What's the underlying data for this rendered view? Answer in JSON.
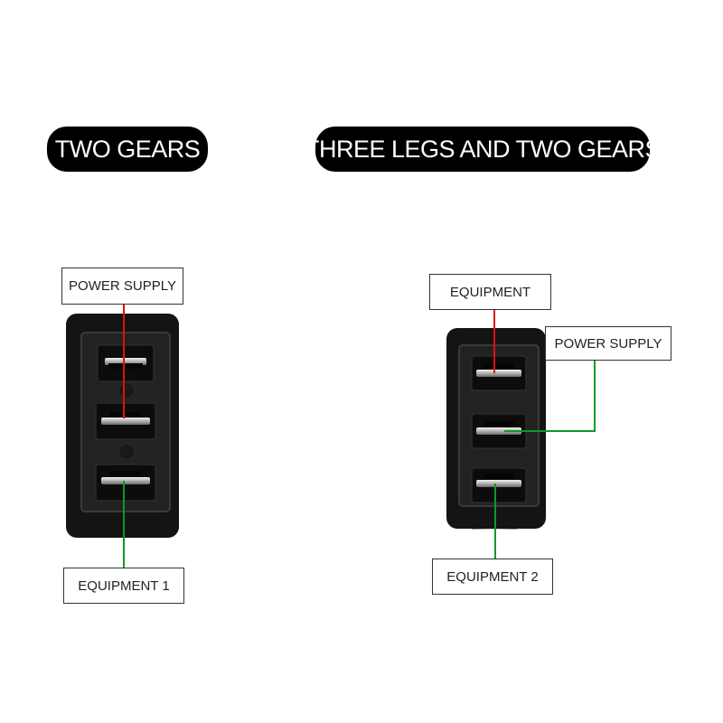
{
  "left_panel": {
    "heading": "TWO GEARS",
    "top_label": "POWER SUPPLY",
    "bottom_label": "EQUIPMENT 1"
  },
  "right_panel": {
    "heading": "THREE LEGS AND TWO GEARS",
    "top_label": "EQUIPMENT",
    "side_label": "POWER SUPPLY",
    "bottom_label": "EQUIPMENT 2"
  },
  "colors": {
    "wire_red": "#e01010",
    "wire_green": "#0a9a2a",
    "switch_body": "#1a1a1a",
    "pill_bg": "#000000"
  }
}
